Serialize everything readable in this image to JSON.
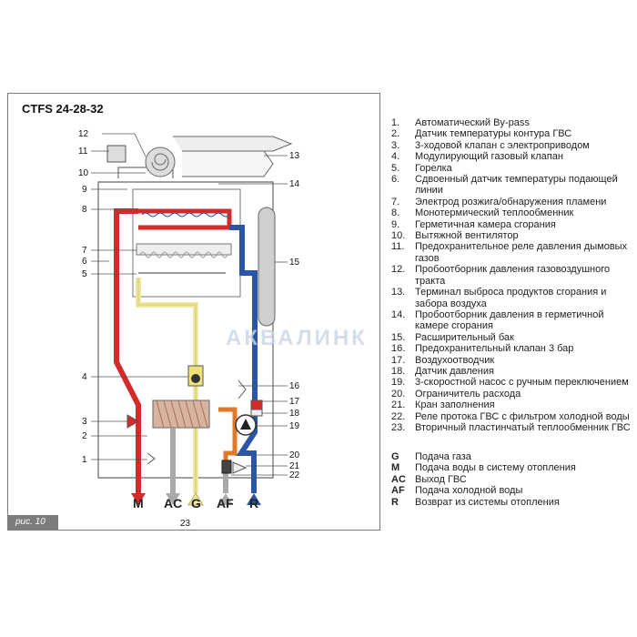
{
  "diagram": {
    "title": "CTFS 24-28-32",
    "figure_label": "рис. 10",
    "watermark": "АКВАЛИНК",
    "callouts": [
      "1",
      "2",
      "3",
      "4",
      "5",
      "6",
      "7",
      "8",
      "9",
      "10",
      "11",
      "12",
      "13",
      "14",
      "15",
      "16",
      "17",
      "18",
      "19",
      "20",
      "21",
      "22",
      "23"
    ],
    "connections": [
      "M",
      "AC",
      "G",
      "AF",
      "R"
    ],
    "colors": {
      "hot": "#d42a2a",
      "cold": "#2b56a8",
      "gas": "#efe7a0",
      "dhw": "#a9a9a9",
      "frame": "#7a7a7a"
    }
  },
  "legend": [
    {
      "num": "1.",
      "text": "Автоматический By-pass"
    },
    {
      "num": "2.",
      "text": "Датчик температуры контура ГВС"
    },
    {
      "num": "3.",
      "text": "3-ходовой клапан с электроприводом"
    },
    {
      "num": "4.",
      "text": "Модулирующий газовый клапан"
    },
    {
      "num": "5.",
      "text": "Горелка"
    },
    {
      "num": "6.",
      "text": "Сдвоенный датчик температуры подающей линии"
    },
    {
      "num": "7.",
      "text": "Электрод розжига/обнаружения пламени"
    },
    {
      "num": "8.",
      "text": "Монотермический теплообменник"
    },
    {
      "num": "9.",
      "text": "Герметичная камера сгорания"
    },
    {
      "num": "10.",
      "text": "Вытяжной вентилятор"
    },
    {
      "num": "11.",
      "text": "Предохранительное реле давления дымовых газов"
    },
    {
      "num": "12.",
      "text": "Пробоотборник давления газовоздушного тракта"
    },
    {
      "num": "13.",
      "text": "Терминал выброса продуктов сгорания и забора воздуха"
    },
    {
      "num": "14.",
      "text": "Пробоотборник давления в герметичной камере сгорания"
    },
    {
      "num": "15.",
      "text": "Расширительный бак"
    },
    {
      "num": "16.",
      "text": "Предохранительный клапан 3 бар"
    },
    {
      "num": "17.",
      "text": "Воздухоотводчик"
    },
    {
      "num": "18.",
      "text": "Датчик давления"
    },
    {
      "num": "19.",
      "text": "3-скоростной насос с ручным переключением"
    },
    {
      "num": "20.",
      "text": "Ограничитель расхода"
    },
    {
      "num": "21.",
      "text": "Кран заполнения"
    },
    {
      "num": "22.",
      "text": "Реле протока ГВС с фильтром холодной воды"
    },
    {
      "num": "23.",
      "text": "Вторичный пластинчатый теплообменник ГВС"
    }
  ],
  "symbols": [
    {
      "key": "G",
      "text": "Подача газа"
    },
    {
      "key": "M",
      "text": "Подача воды в систему отопления"
    },
    {
      "key": "AC",
      "text": "Выход ГВС"
    },
    {
      "key": "AF",
      "text": "Подача холодной воды"
    },
    {
      "key": "R",
      "text": "Возврат из системы отопления"
    }
  ]
}
